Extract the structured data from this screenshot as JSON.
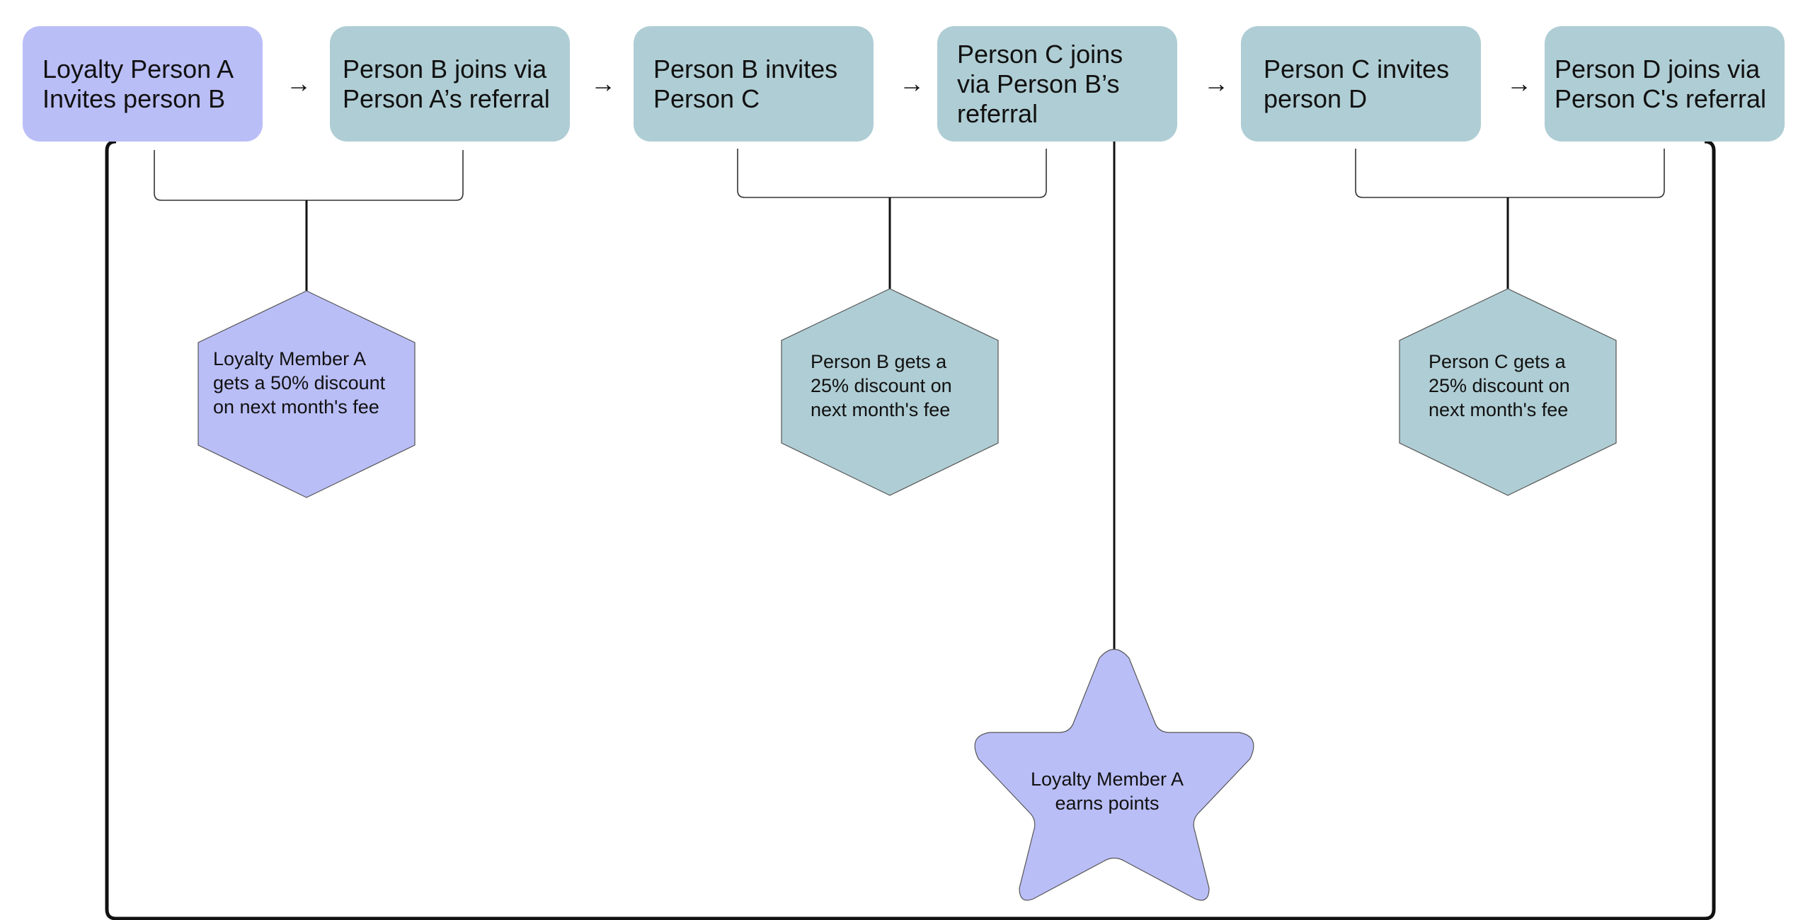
{
  "colors": {
    "purple": "#babef7",
    "teal": "#afcdd4",
    "line": "#111111",
    "thin_line": "#333333"
  },
  "steps": [
    {
      "text": "Loyalty Person A Invites person B",
      "color": "purple"
    },
    {
      "text": "Person B joins via Person A’s referral",
      "color": "teal"
    },
    {
      "text": "Person B invites Person C",
      "color": "teal"
    },
    {
      "text": "Person C joins via Person B’s referral",
      "color": "teal"
    },
    {
      "text": "Person C invites person D",
      "color": "teal"
    },
    {
      "text": "Person D joins via Person C's referral",
      "color": "teal"
    }
  ],
  "arrows": [
    "→",
    "→",
    "→",
    "→",
    "→"
  ],
  "rewards": [
    {
      "text": "Loyalty Member A gets a 50% discount on next month's fee",
      "shape": "hexagon",
      "color": "purple"
    },
    {
      "text": "Person B gets a 25% discount on next month's fee",
      "shape": "hexagon",
      "color": "teal"
    },
    {
      "text": "Person C gets a 25% discount on next month's fee",
      "shape": "hexagon",
      "color": "teal"
    }
  ],
  "points": {
    "text": "Loyalty Member A earns points",
    "shape": "star",
    "color": "purple"
  }
}
